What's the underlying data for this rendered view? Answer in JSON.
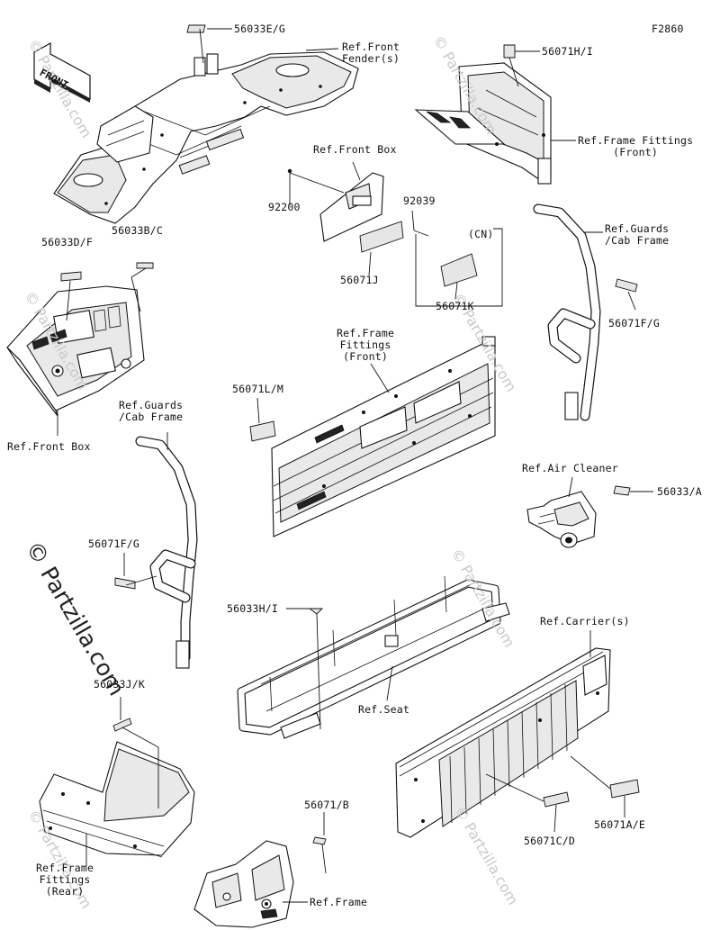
{
  "figure_id": "F2860",
  "watermark_main": "© Partzilla.com",
  "watermark_faint": "© Partzilla.com",
  "front_arrow": "FRONT",
  "labels": {
    "p56033EG": "56033E/G",
    "ref_front_fender": "Ref.Front\nFender(s)",
    "p56071HI": "56071H/I",
    "ref_frame_fittings_front_top": "Ref.Frame Fittings\n(Front)",
    "ref_front_box_top": "Ref.Front Box",
    "p92200": "92200",
    "p92039": "92039",
    "cn": "(CN)",
    "p56071J": "56071J",
    "p56071K": "56071K",
    "ref_guards_cab_right": "Ref.Guards\n/Cab Frame",
    "p56071FG_right": "56071F/G",
    "p56033DF": "56033D/F",
    "p56033BC": "56033B/C",
    "ref_front_box_left": "Ref.Front Box",
    "ref_frame_fittings_front_mid": "Ref.Frame\nFittings\n(Front)",
    "p56071LM": "56071L/M",
    "ref_guards_cab_left": "Ref.Guards\n/Cab Frame",
    "ref_air_cleaner": "Ref.Air Cleaner",
    "p56033A": "56033/A",
    "p56071FG_left": "56071F/G",
    "p56033HI": "56033H/I",
    "ref_carriers": "Ref.Carrier(s)",
    "ref_seat": "Ref.Seat",
    "p56033JK": "56033J/K",
    "p56071B": "56071/B",
    "ref_frame_fittings_rear": "Ref.Frame\nFittings\n(Rear)",
    "ref_frame": "Ref.Frame",
    "p56071CD": "56071C/D",
    "p56071AE": "56071A/E"
  }
}
